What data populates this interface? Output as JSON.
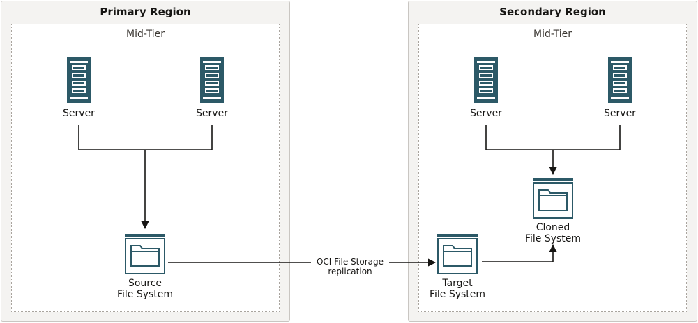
{
  "regions": {
    "primary": {
      "title": "Primary Region",
      "tier_label": "Mid-Tier"
    },
    "secondary": {
      "title": "Secondary Region",
      "tier_label": "Mid-Tier"
    }
  },
  "nodes": {
    "primary_server_1": "Server",
    "primary_server_2": "Server",
    "secondary_server_1": "Server",
    "secondary_server_2": "Server",
    "source_fs": {
      "line1": "Source",
      "line2": "File System"
    },
    "target_fs": {
      "line1": "Target",
      "line2": "File System"
    },
    "cloned_fs": {
      "line1": "Cloned",
      "line2": "File System"
    }
  },
  "edges": {
    "replication": {
      "line1": "OCI File Storage",
      "line2": "replication"
    }
  },
  "colors": {
    "icon": "#2c5967",
    "icon_light": "#ffffff",
    "line": "#161513"
  }
}
